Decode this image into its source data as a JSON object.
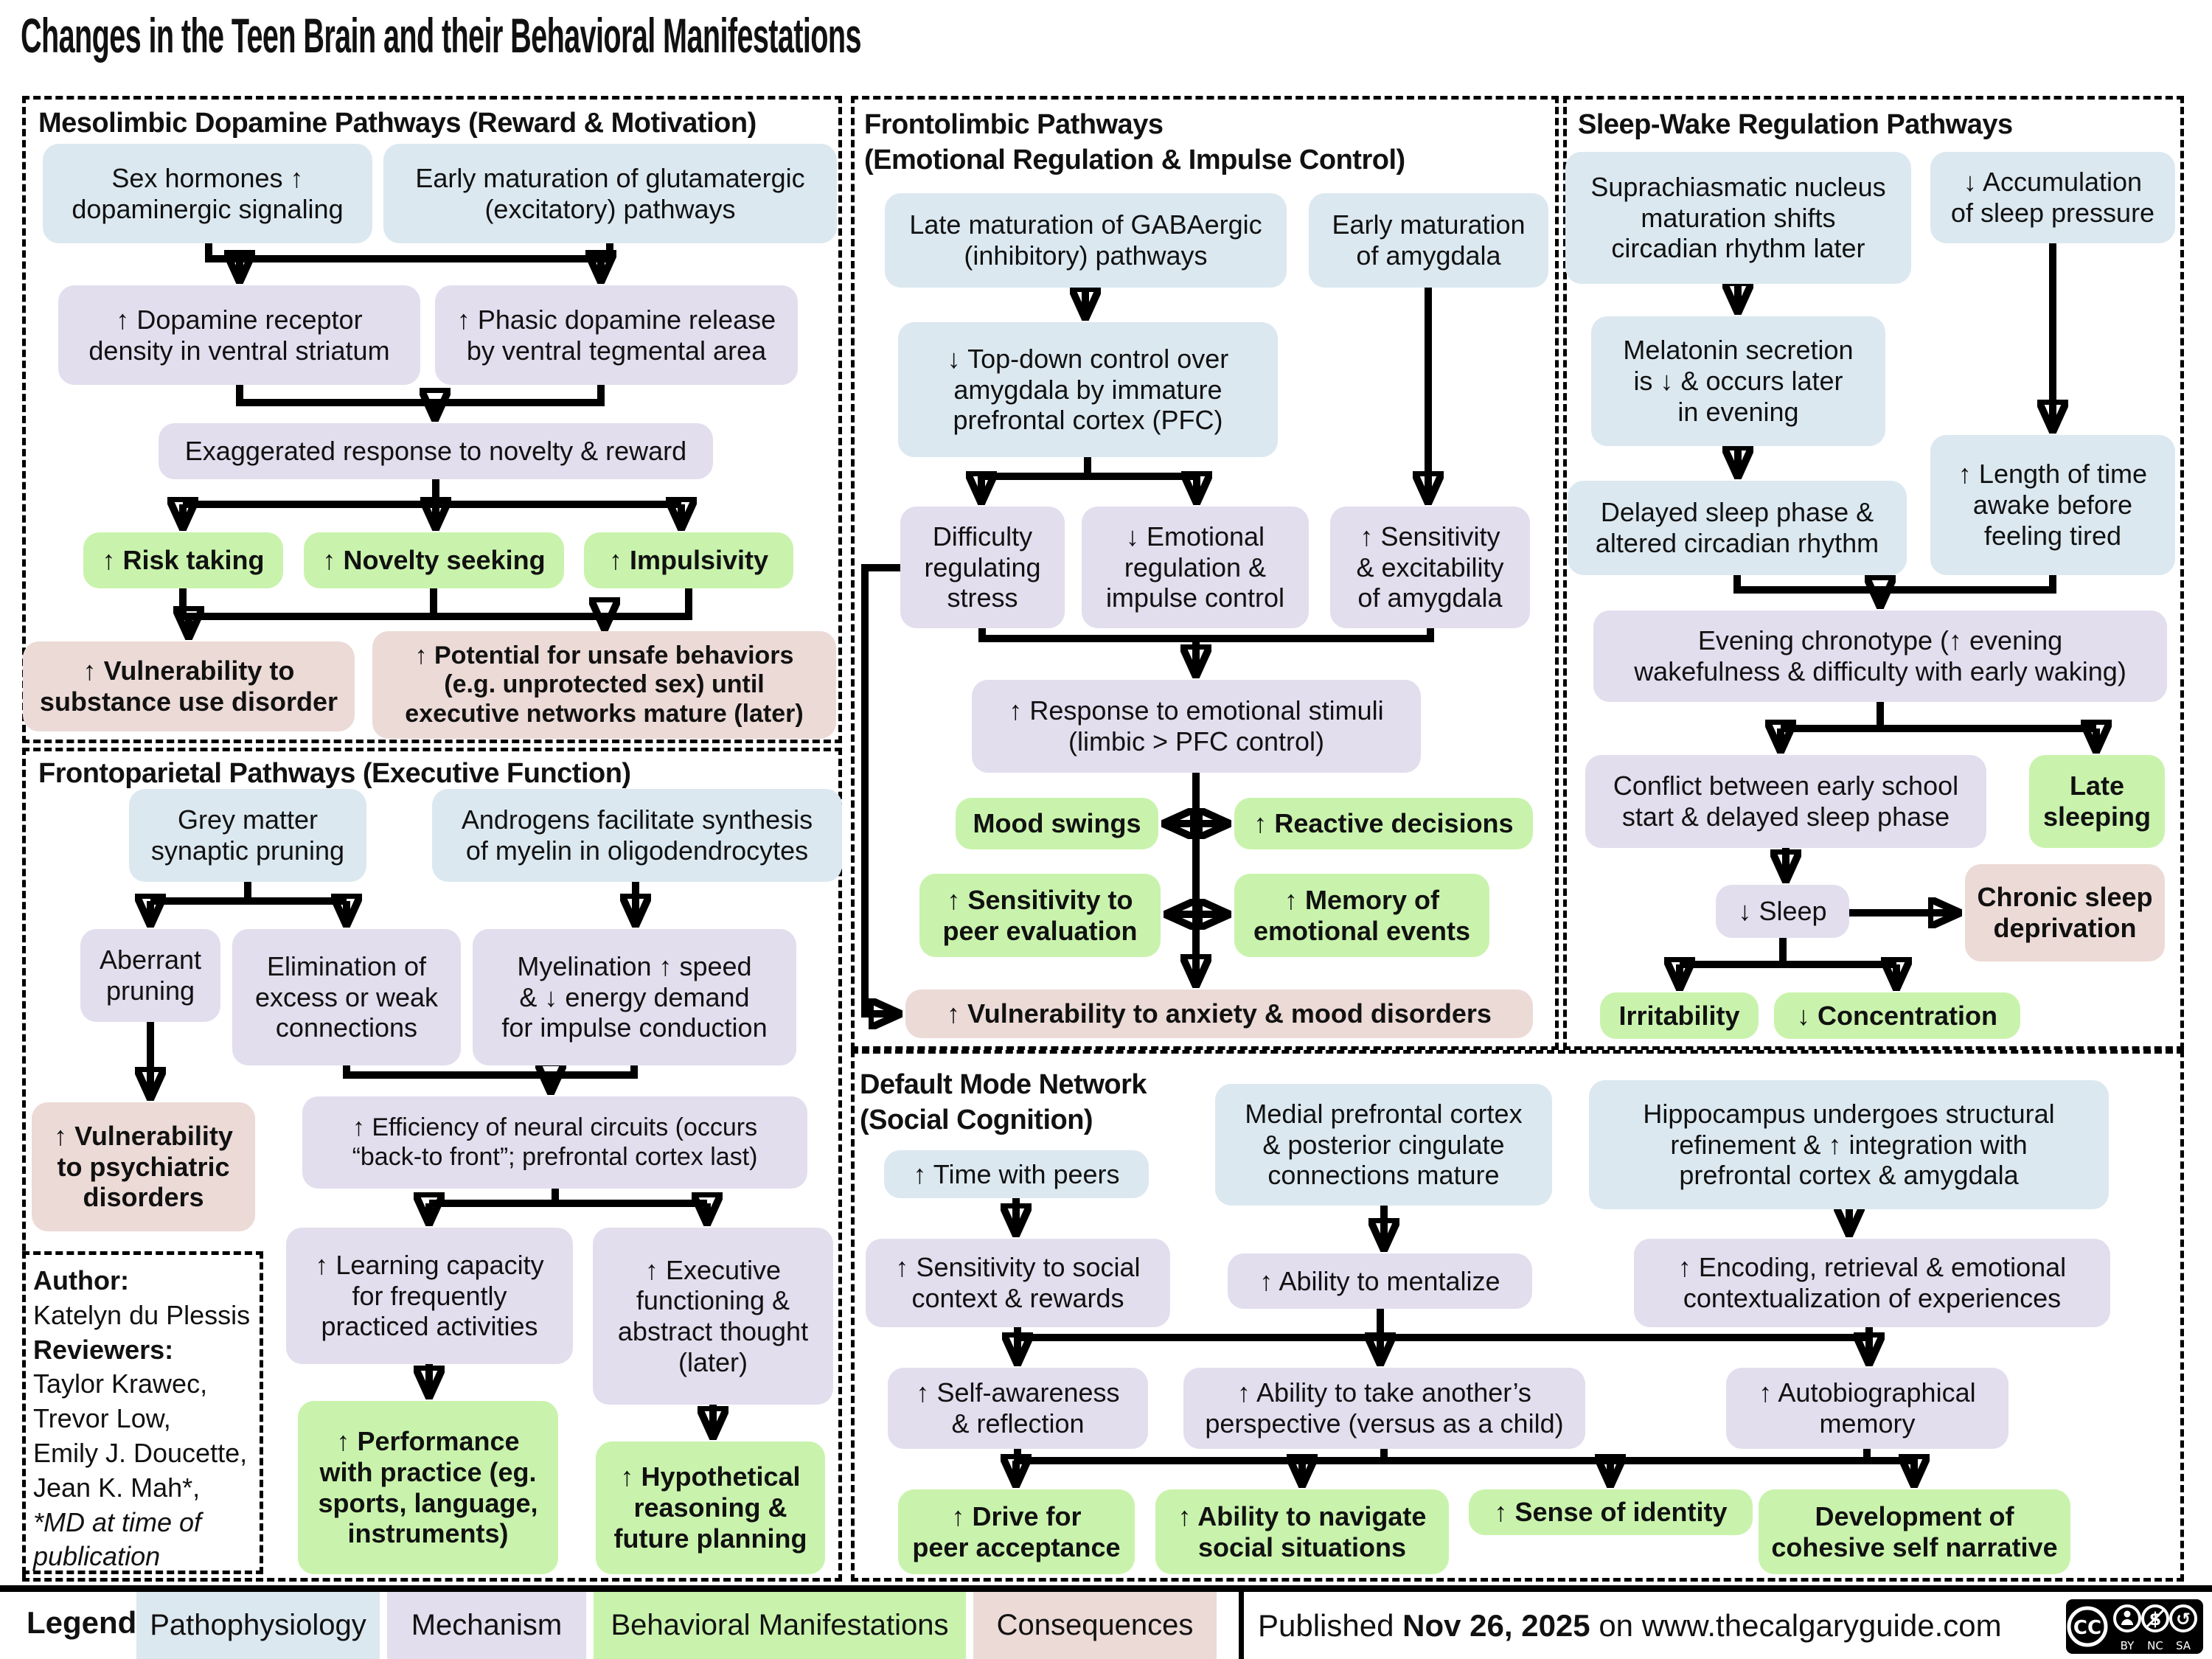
{
  "page_title": "Changes in the Teen Brain and their Behavioral Manifestations",
  "colors": {
    "pathophysiology_blue": "#dbe8f0",
    "mechanism_purple": "#e2deee",
    "behavioral_green": "#c9f3ac",
    "consequences_pink": "#ecdad6",
    "connector_black": "#000000"
  },
  "panels": {
    "mesolimbic": {
      "title": "Mesolimbic Dopamine Pathways (Reward & Motivation)",
      "nodes": {
        "sex_hormones": "Sex hormones ↑\ndopaminergic signaling",
        "glutamatergic": "Early maturation of glutamatergic\n(excitatory) pathways",
        "dopamine_receptor": "↑ Dopamine receptor\ndensity in ventral striatum",
        "phasic_dopamine": "↑ Phasic dopamine release\nby ventral tegmental area",
        "exaggerated": "Exaggerated response to novelty & reward",
        "risk_taking": "↑ Risk taking",
        "novelty_seeking": "↑ Novelty seeking",
        "impulsivity": "↑ Impulsivity",
        "substance_use": "↑ Vulnerability to\nsubstance use disorder",
        "unsafe_behaviors": "↑ Potential for unsafe behaviors\n(e.g. unprotected sex) until\nexecutive networks mature (later)"
      }
    },
    "frontoparietal": {
      "title": "Frontoparietal Pathways (Executive Function)",
      "nodes": {
        "grey_matter": "Grey matter\nsynaptic pruning",
        "androgens": "Androgens facilitate synthesis\nof myelin in oligodendrocytes",
        "aberrant_pruning": "Aberrant\npruning",
        "elimination": "Elimination of\nexcess or weak\nconnections",
        "myelination": "Myelination ↑ speed\n& ↓ energy demand\nfor impulse conduction",
        "psychiatric": "↑ Vulnerability\nto psychiatric\ndisorders",
        "efficiency": "↑ Efficiency of neural circuits (occurs\n“back-to front”; prefrontal cortex last)",
        "learning": "↑ Learning capacity\nfor frequently\npracticed activities",
        "executive": "↑ Executive\nfunctioning &\nabstract thought\n(later)",
        "performance": "↑ Performance\nwith practice (eg.\nsports, language,\ninstruments)",
        "hypothetical": "↑ Hypothetical\nreasoning &\nfuture planning"
      }
    },
    "frontolimbic": {
      "title_line1": "Frontolimbic Pathways",
      "title_line2": "(Emotional Regulation & Impulse Control)",
      "nodes": {
        "gabaergic": "Late maturation of GABAergic\n(inhibitory) pathways",
        "amygdala_maturation": "Early maturation\nof amygdala",
        "top_down": "↓ Top-down control over\namygdala by immature\nprefrontal cortex (PFC)",
        "difficulty_stress": "Difficulty\nregulating\nstress",
        "emotional_regulation": "↓ Emotional\nregulation &\nimpulse control",
        "sensitivity_amygdala": "↑ Sensitivity\n& excitability\nof amygdala",
        "response_stimuli": "↑ Response to emotional stimuli\n(limbic > PFC control)",
        "mood_swings": "Mood swings",
        "reactive_decisions": "↑ Reactive decisions",
        "peer_evaluation": "↑ Sensitivity to\npeer evaluation",
        "memory_events": "↑ Memory of\nemotional events",
        "anxiety_mood": "↑ Vulnerability to anxiety & mood disorders"
      }
    },
    "sleep_wake": {
      "title": "Sleep-Wake Regulation Pathways",
      "nodes": {
        "suprachiasmatic": "Suprachiasmatic nucleus\nmaturation shifts\ncircadian rhythm later",
        "sleep_pressure": "↓ Accumulation\nof sleep pressure",
        "melatonin": "Melatonin secretion\nis ↓ & occurs later\nin evening",
        "delayed_phase": "Delayed sleep phase &\naltered circadian rhythm",
        "length_awake": "↑ Length of time\nawake before\nfeeling tired",
        "chronotype": "Evening chronotype (↑ evening\nwakefulness & difficulty with early waking)",
        "conflict_school": "Conflict between early school\nstart & delayed sleep phase",
        "late_sleeping": "Late\nsleeping",
        "less_sleep": "↓ Sleep",
        "chronic_deprivation": "Chronic sleep\ndeprivation",
        "irritability": "Irritability",
        "concentration": "↓ Concentration"
      }
    },
    "default_mode": {
      "title_line1": "Default Mode Network",
      "title_line2": "(Social Cognition)",
      "nodes": {
        "time_peers": "↑ Time with peers",
        "medial_pfc": "Medial prefrontal cortex\n& posterior cingulate\nconnections mature",
        "hippocampus": "Hippocampus undergoes structural\nrefinement & ↑ integration with\nprefrontal cortex & amygdala",
        "social_context": "↑ Sensitivity to social\ncontext & rewards",
        "mentalize": "↑ Ability to mentalize",
        "encoding": "↑ Encoding, retrieval & emotional\ncontextualization of experiences",
        "self_awareness": "↑ Self-awareness\n& reflection",
        "perspective": "↑ Ability to take another’s\nperspective (versus as a child)",
        "autobiographical": "↑ Autobiographical\nmemory",
        "drive_peer": "↑ Drive for\npeer acceptance",
        "navigate_social": "↑ Ability to navigate\nsocial situations",
        "identity": "↑ Sense of identity",
        "self_narrative": "Development of\ncohesive self narrative"
      }
    }
  },
  "author_box": {
    "author_label": "Author:",
    "author_name": "Katelyn du Plessis",
    "reviewers_label": "Reviewers:",
    "reviewers": [
      "Taylor Krawec,",
      "Trevor Low,",
      "Emily J. Doucette,",
      "Jean K. Mah*,"
    ],
    "note": "*MD at time of publication"
  },
  "legend": {
    "label": "Legend:",
    "items": [
      {
        "label": "Pathophysiology",
        "color": "#dbe8f0"
      },
      {
        "label": "Mechanism",
        "color": "#e2deee"
      },
      {
        "label": "Behavioral Manifestations",
        "color": "#c9f3ac"
      },
      {
        "label": "Consequences",
        "color": "#ecdad6"
      }
    ]
  },
  "footer": {
    "published_prefix": "Published ",
    "published_date": "Nov 26, 2025",
    "published_suffix": " on www.thecalgaryguide.com",
    "license": {
      "icons": [
        "cc-icon",
        "attribution-icon",
        "noncommercial-icon",
        "sharealike-icon"
      ],
      "text_by": "BY",
      "text_nc": "NC",
      "text_sa": "SA"
    }
  }
}
